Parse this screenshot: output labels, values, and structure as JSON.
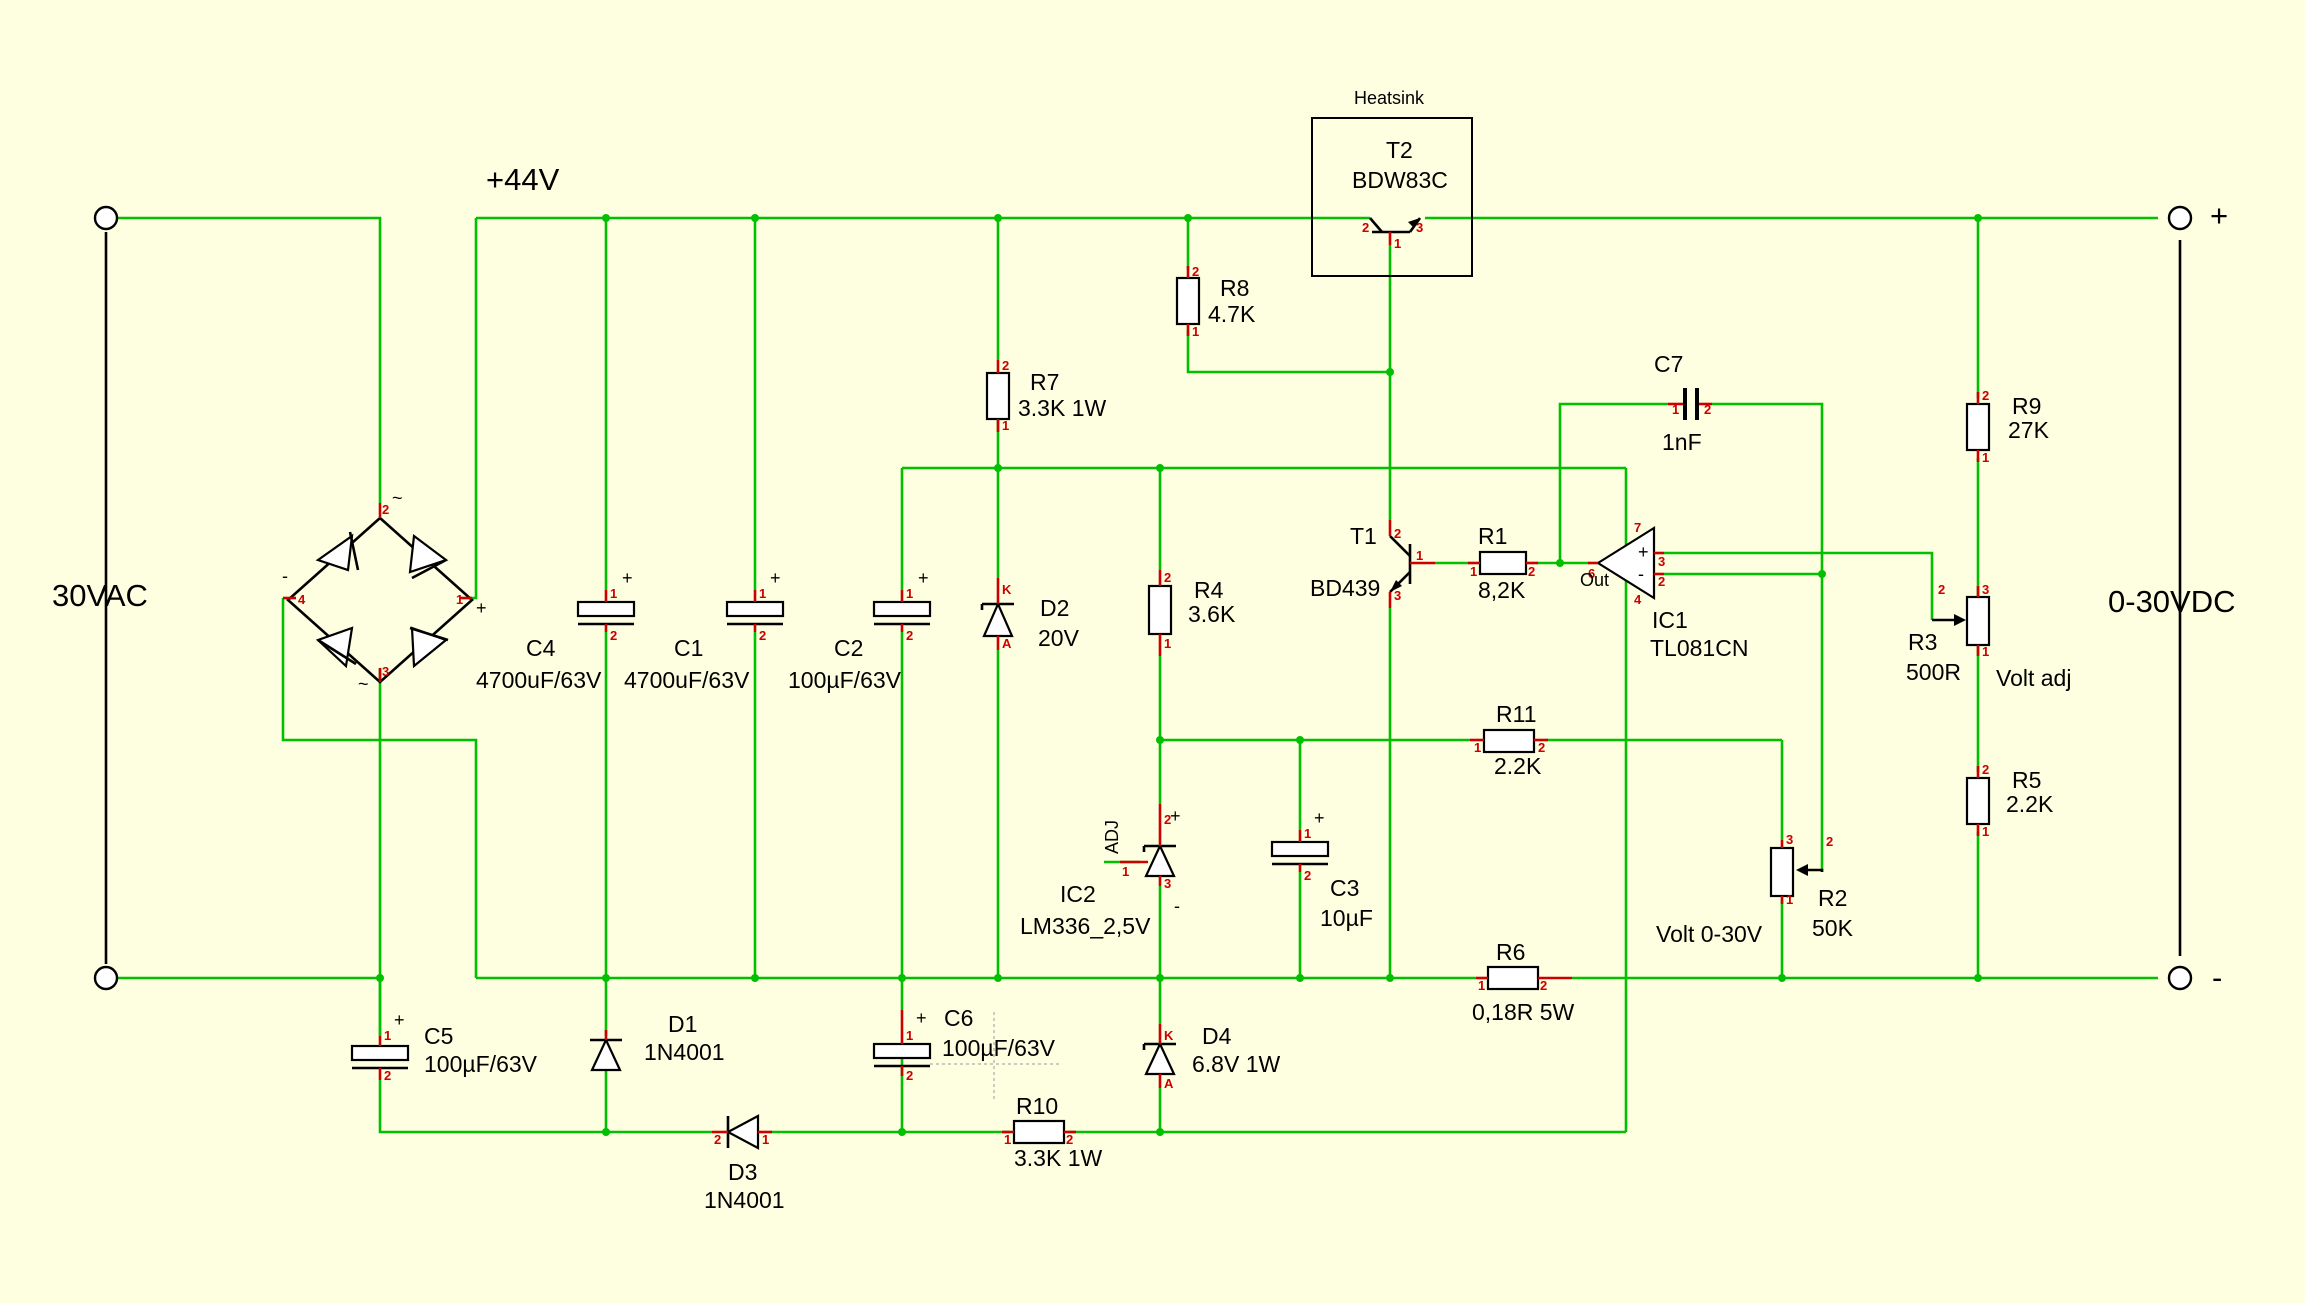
{
  "labels": {
    "ac_input": "30VAC",
    "rail": "+44V",
    "dc_output": "0-30VDC",
    "plus": "+",
    "minus": "-",
    "heatsink": "Heatsink"
  },
  "components": {
    "T2": {
      "ref": "T2",
      "value": "BDW83C"
    },
    "T1": {
      "ref": "T1",
      "value": "BD439"
    },
    "R1": {
      "ref": "R1",
      "value": "8,2K"
    },
    "R2": {
      "ref": "R2",
      "value": "50K",
      "note": "Volt 0-30V"
    },
    "R3": {
      "ref": "R3",
      "value": "500R",
      "note": "Volt adj"
    },
    "R4": {
      "ref": "R4",
      "value": "3.6K"
    },
    "R5": {
      "ref": "R5",
      "value": "2.2K"
    },
    "R6": {
      "ref": "R6",
      "value": "0,18R 5W"
    },
    "R7": {
      "ref": "R7",
      "value": "3.3K 1W"
    },
    "R8": {
      "ref": "R8",
      "value": "4.7K"
    },
    "R9": {
      "ref": "R9",
      "value": "27K"
    },
    "R10": {
      "ref": "R10",
      "value": "3.3K 1W"
    },
    "R11": {
      "ref": "R11",
      "value": "2.2K"
    },
    "C1": {
      "ref": "C1",
      "value": "4700uF/63V"
    },
    "C2": {
      "ref": "C2",
      "value": "100µF/63V"
    },
    "C3": {
      "ref": "C3",
      "value": "10µF"
    },
    "C4": {
      "ref": "C4",
      "value": "4700uF/63V"
    },
    "C5": {
      "ref": "C5",
      "value": "100µF/63V"
    },
    "C6": {
      "ref": "C6",
      "value": "100µF/63V"
    },
    "C7": {
      "ref": "C7",
      "value": "1nF"
    },
    "D1": {
      "ref": "D1",
      "value": "1N4001"
    },
    "D2": {
      "ref": "D2",
      "value": "20V"
    },
    "D3": {
      "ref": "D3",
      "value": "1N4001"
    },
    "D4": {
      "ref": "D4",
      "value": "6.8V 1W"
    },
    "IC1": {
      "ref": "IC1",
      "value": "TL081CN",
      "out": "Out"
    },
    "IC2": {
      "ref": "IC2",
      "value": "LM336_2,5V",
      "adj": "ADJ"
    }
  },
  "colors": {
    "background": "#fefee0",
    "wire": "#00c000",
    "pin": "#cc0000",
    "symbol": "#000000"
  }
}
